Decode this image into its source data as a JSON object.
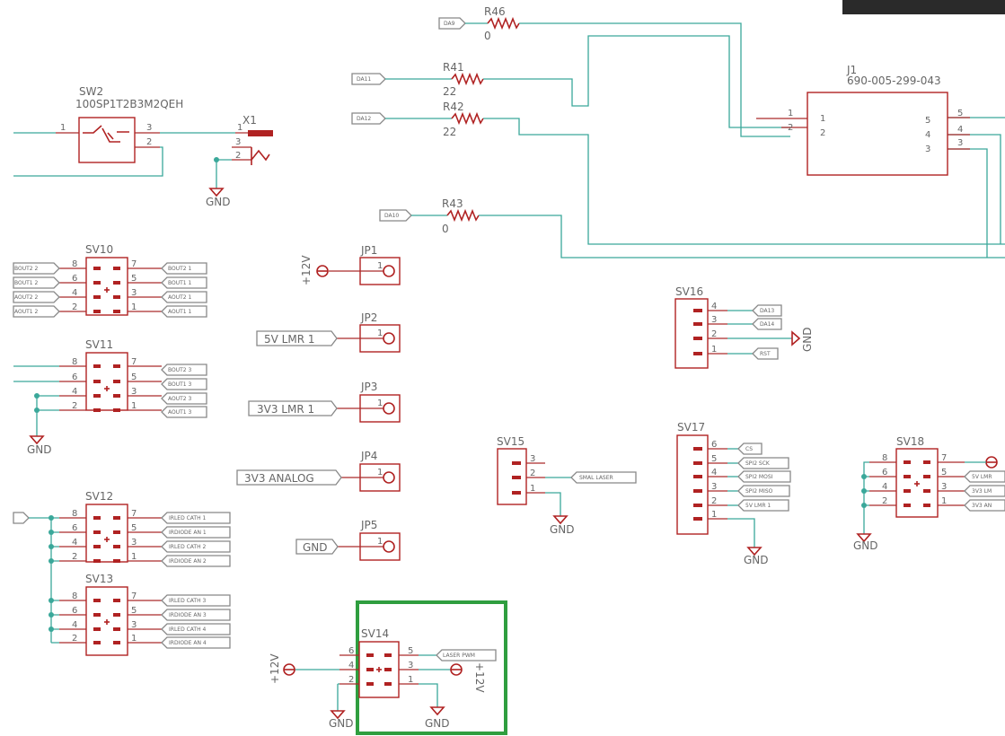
{
  "resistors": {
    "r46": "R46",
    "r46_val": "0",
    "r41": "R41",
    "r41_val": "22",
    "r42": "R42",
    "r42_val": "22",
    "r43": "R43",
    "r43_val": "0"
  },
  "labels": {
    "da9": "DA9",
    "da11": "DA11",
    "da12": "DA12",
    "da10": "DA10"
  },
  "j1": {
    "ref": "J1",
    "value": "690-005-299-043",
    "pins_left": [
      "1",
      "2"
    ],
    "pins_right": [
      "5",
      "4",
      "3"
    ]
  },
  "sw2": {
    "ref": "SW2",
    "value": "100SP1T2B3M2QEH",
    "pin1": "1",
    "pin2": "2",
    "pin3": "3"
  },
  "x1": {
    "ref": "X1",
    "pins": [
      "1",
      "3",
      "2"
    ]
  },
  "gnd": "GND",
  "p12v": "+12V",
  "sv10": {
    "ref": "SV10",
    "left": [
      "BOUT2 2",
      "BOUT1 2",
      "AOUT2 2",
      "AOUT1 2"
    ],
    "right": [
      "BOUT2 1",
      "BOUT1 1",
      "AOUT2 1",
      "AOUT1 1"
    ]
  },
  "sv11": {
    "ref": "SV11",
    "right": [
      "BOUT2 3",
      "BOUT1 3",
      "AOUT2 3",
      "AOUT1 3"
    ]
  },
  "sv12": {
    "ref": "SV12",
    "right": [
      "IRLED CATH 1",
      "IRDIODE AN 1",
      "IRLED CATH 2",
      "IRDIODE AN 2"
    ]
  },
  "sv13": {
    "ref": "SV13",
    "right": [
      "IRLED CATH 3",
      "IRDIODE AN 3",
      "IRLED CATH 4",
      "IRDIODE AN 4"
    ]
  },
  "pins8": {
    "p8": "8",
    "p7": "7",
    "p6": "6",
    "p5": "5",
    "p4": "4",
    "p3": "3",
    "p2": "2",
    "p1": "1"
  },
  "jp": {
    "jp1": "JP1",
    "jp2": "JP2",
    "jp3": "JP3",
    "jp4": "JP4",
    "jp5": "JP5",
    "pin": "1"
  },
  "jpnets": {
    "jp2": "5V LMR 1",
    "jp3": "3V3 LMR 1",
    "jp4": "3V3 ANALOG",
    "jp5": "GND"
  },
  "sv16": {
    "ref": "SV16",
    "pins": [
      "4",
      "3",
      "2",
      "1"
    ],
    "nets": [
      "DA13",
      "DA14",
      "RST"
    ]
  },
  "sv15": {
    "ref": "SV15",
    "pins": [
      "3",
      "2",
      "1"
    ],
    "net": "SMAL LASER"
  },
  "sv17": {
    "ref": "SV17",
    "pins": [
      "6",
      "5",
      "4",
      "3",
      "2",
      "1"
    ],
    "nets": [
      "CS",
      "SPI2 SCK",
      "SPI2 MOSI",
      "SPI2 MISO",
      "5V LMR 1"
    ]
  },
  "sv18": {
    "ref": "SV18",
    "right": [
      "5V LMR",
      "3V3 LM",
      "3V3 AN"
    ]
  },
  "sv14": {
    "ref": "SV14",
    "pins": [
      "6",
      "5",
      "4",
      "3",
      "2",
      "1"
    ],
    "net": "LASER PWM"
  }
}
